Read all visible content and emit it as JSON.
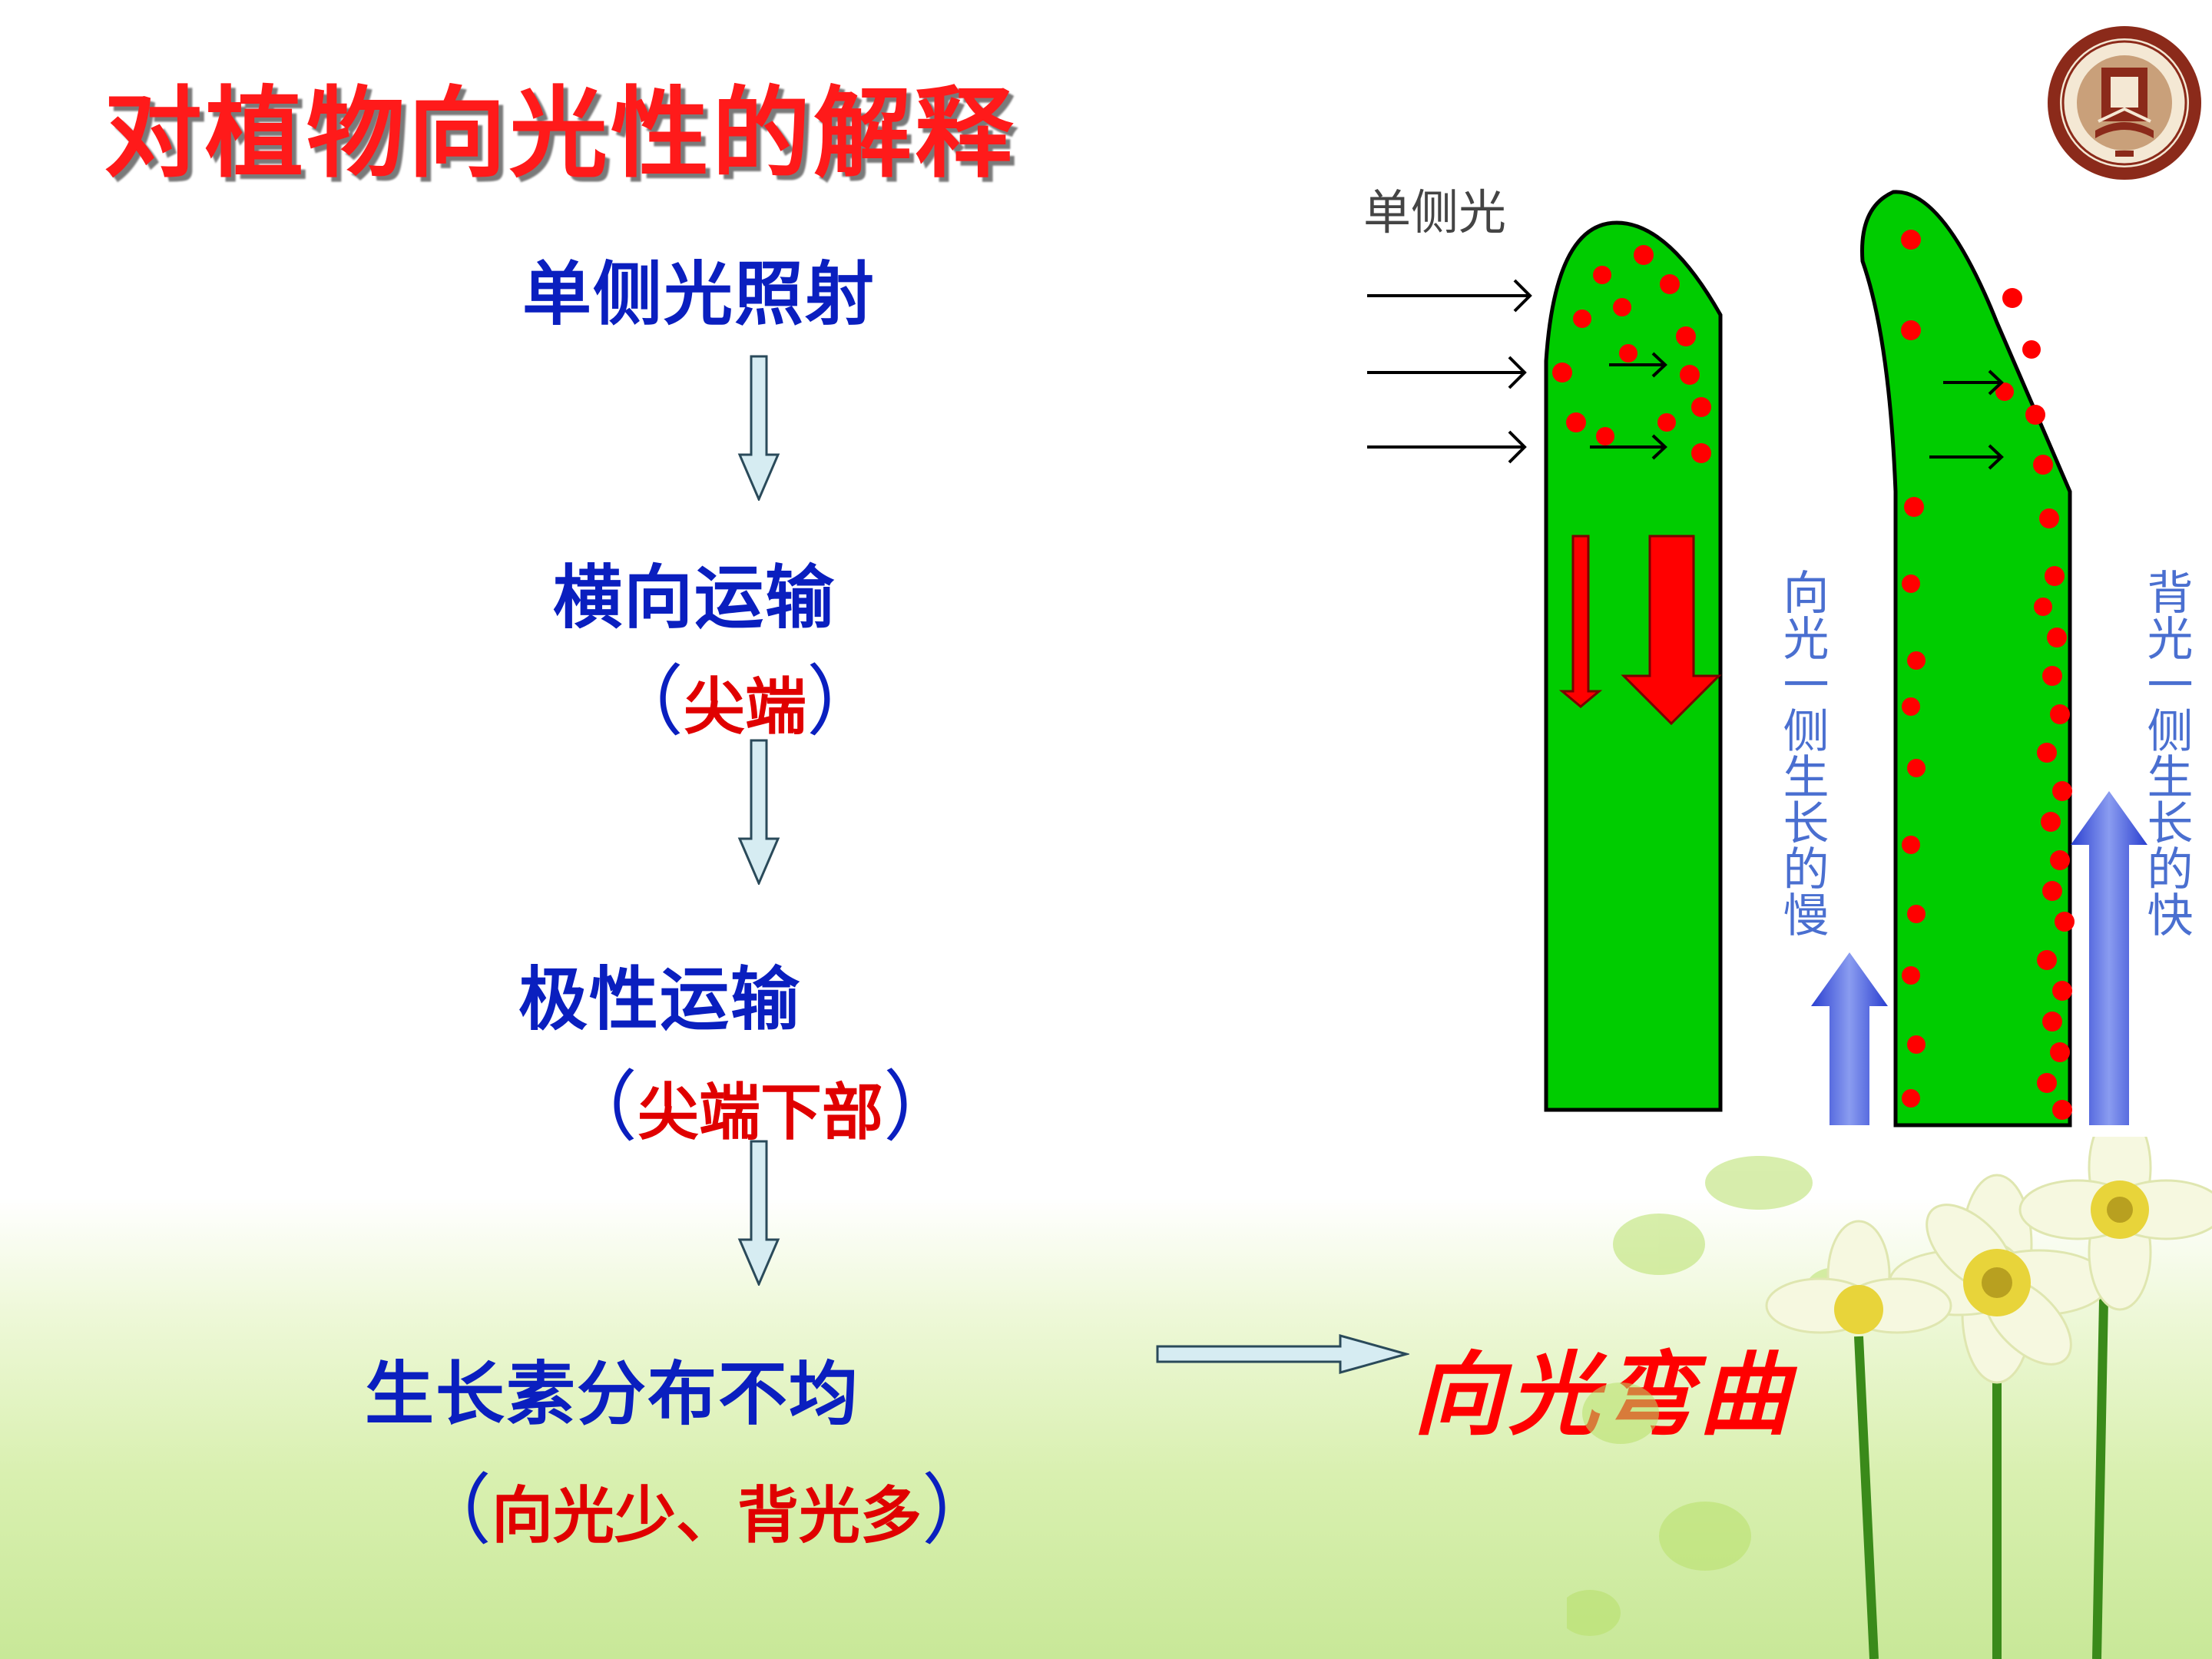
{
  "title": "对植物向光性的解释",
  "steps": {
    "s1": "单侧光照射",
    "s2": "横向运输",
    "s2_note": "尖端",
    "s3": "极性运输",
    "s3_note": "尖端下部",
    "s4": "生长素分布不均",
    "s4_note": "向光少、背光多",
    "result": "向光弯曲"
  },
  "paren_open": "（",
  "paren_close": "）",
  "diagram": {
    "light_label": "单侧光",
    "left_side_label": "向光一侧生长的慢",
    "right_side_label": "背光一侧生长的快"
  },
  "colors": {
    "title": "#ff1a1a",
    "step_text": "#0a1fbf",
    "note_text": "#e00000",
    "coleoptile": "#00cc00",
    "auxin_dot": "#ff0000",
    "side_label": "#4a6fd0"
  }
}
